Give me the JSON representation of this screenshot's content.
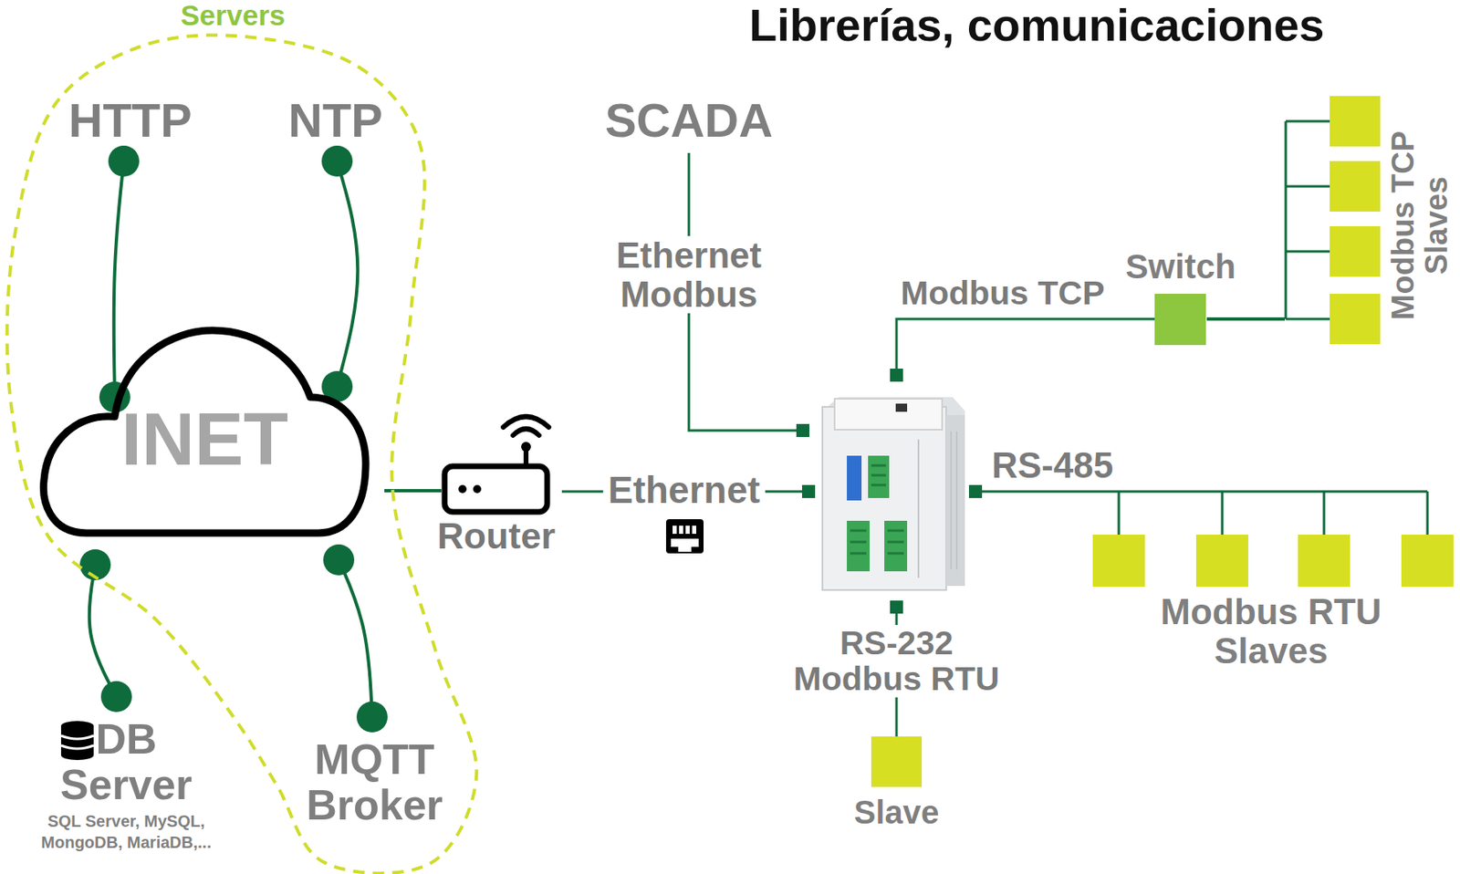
{
  "diagram": {
    "title": "Librerías, comunicaciones",
    "nodes": [
      {
        "text": [
          "Servers"
        ]
      },
      {
        "text": [
          "HTTP"
        ],
        "in": 0
      },
      {
        "text": [
          "NTP"
        ],
        "in": 0
      },
      {
        "text": [
          "INET"
        ],
        "in": 0
      },
      {
        "text": [
          "DB Server",
          "SQL Server, MySQL, MongoDB, MariaDB,..."
        ]
      },
      {
        "text": [
          "MQTT Broker"
        ],
        "in": 0
      },
      {
        "text": [
          "Router"
        ]
      },
      {
        "text": [
          "SCADA"
        ]
      },
      {
        "text": [
          "Switch"
        ]
      },
      {
        "text": [
          "Modbus TCP Slaves"
        ]
      },
      {
        "text": [
          "Modbus RTU Slaves"
        ]
      },
      {
        "text": [
          "Slave"
        ]
      }
    ],
    "edges": [
      {
        "from": 1,
        "to": 3,
        "arrow": "none"
      },
      {
        "from": 2,
        "to": 3,
        "arrow": "none"
      },
      {
        "from": 3,
        "to": 4,
        "arrow": "none"
      },
      {
        "from": 3,
        "to": 5,
        "arrow": "none"
      },
      {
        "from": 3,
        "to": 6,
        "arrow": "none"
      },
      {
        "from": 8,
        "to": 9,
        "arrow": "none"
      }
    ],
    "labels": [
      "Ethernet Modbus",
      "Ethernet",
      "Modbus TCP",
      "RS-485",
      "RS-232 Modbus RTU"
    ]
  }
}
